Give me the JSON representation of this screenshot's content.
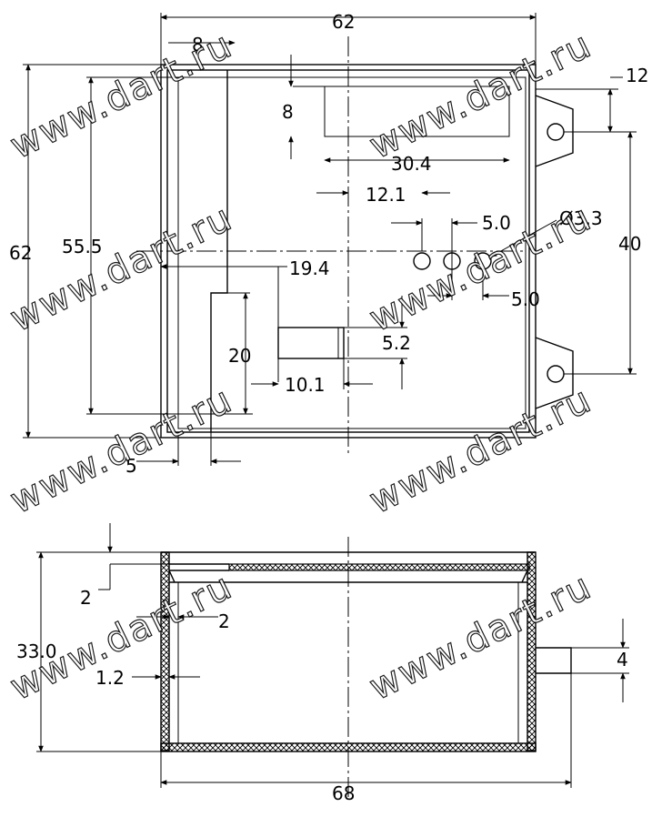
{
  "top_view": {
    "dims": {
      "overall_width": "62",
      "overall_height": "62",
      "inner_height": "55.5",
      "left_offset": "8",
      "top_offset": "8",
      "tab_offset": "12",
      "slot_width": "30.4",
      "holes_offset": "12.1",
      "hole_spacing_a": "5.0",
      "hole_spacing_b": "5.0",
      "hole_diameter": "Ø3.3",
      "tab_spacing": "40",
      "post_offset": "19.4",
      "post_height": "20",
      "rect_height": "5.2",
      "rect_width": "10.1",
      "wall": "5"
    }
  },
  "section_view": {
    "dims": {
      "height": "33.0",
      "lid_step": "2",
      "lid_thickness": "2",
      "wall_thickness": "1.2",
      "tab_thickness": "4",
      "overall_length": "68"
    }
  },
  "watermark": {
    "text_a": "www.dart.ru",
    "text_b": "www.dart.ru",
    "text_c": "www.dart.ru",
    "text_d": "www.dart.ru",
    "text_e": "www.dart.ru",
    "text_f": "www.dart.ru",
    "text_g": "www.dart.ru",
    "text_h": "www.dart.ru"
  }
}
